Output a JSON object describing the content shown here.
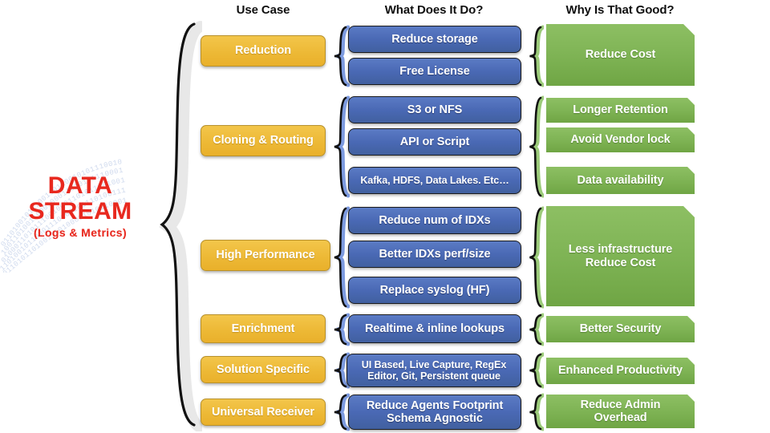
{
  "hero": {
    "line1": "DATA",
    "line2": "STREAM",
    "subtitle": "(Logs & Metrics)",
    "accent_color": "#E8281E",
    "background_motif": "binary-digits-wave"
  },
  "headers": {
    "use_case": "Use Case",
    "what_does_it_do": "What Does It Do?",
    "why_is_that_good": "Why Is That Good?"
  },
  "colors": {
    "use_case_fill": "#EDB936",
    "what_fill": "#4A69B5",
    "why_fill": "#7EB354",
    "brace": "#111111",
    "text_on_box": "#FFFFFF"
  },
  "rows": [
    {
      "use_case": "Reduction",
      "what": [
        "Reduce storage",
        "Free License"
      ],
      "why": [
        "Reduce Cost"
      ]
    },
    {
      "use_case": "Cloning & Routing",
      "what": [
        "S3 or NFS",
        "API or Script",
        "Kafka, HDFS, Data Lakes. Etc…"
      ],
      "why": [
        "Longer Retention",
        "Avoid Vendor lock",
        "Data availability"
      ]
    },
    {
      "use_case": "High Performance",
      "what": [
        "Reduce num of IDXs",
        "Better IDXs perf/size",
        "Replace syslog (HF)"
      ],
      "why": [
        "Less infrastructure\nReduce Cost"
      ]
    },
    {
      "use_case": "Enrichment",
      "what": [
        "Realtime & inline lookups"
      ],
      "why": [
        "Better Security"
      ]
    },
    {
      "use_case": "Solution Specific",
      "what": [
        "UI Based, Live Capture, RegEx\nEditor, Git, Persistent queue"
      ],
      "why": [
        "Enhanced Productivity"
      ]
    },
    {
      "use_case": "Universal Receiver",
      "what": [
        "Reduce Agents Footprint\nSchema Agnostic"
      ],
      "why": [
        "Reduce Admin\nOverhead"
      ]
    }
  ],
  "why_lines": {
    "less_infra_1": "Less infrastructure",
    "less_infra_2": "Reduce Cost",
    "admin_1": "Reduce Admin",
    "admin_2": "Overhead"
  },
  "what_lines": {
    "solution_1": "UI Based, Live Capture, RegEx",
    "solution_2": "Editor, Git, Persistent queue",
    "universal_1": "Reduce Agents Footprint",
    "universal_2": "Schema Agnostic"
  }
}
